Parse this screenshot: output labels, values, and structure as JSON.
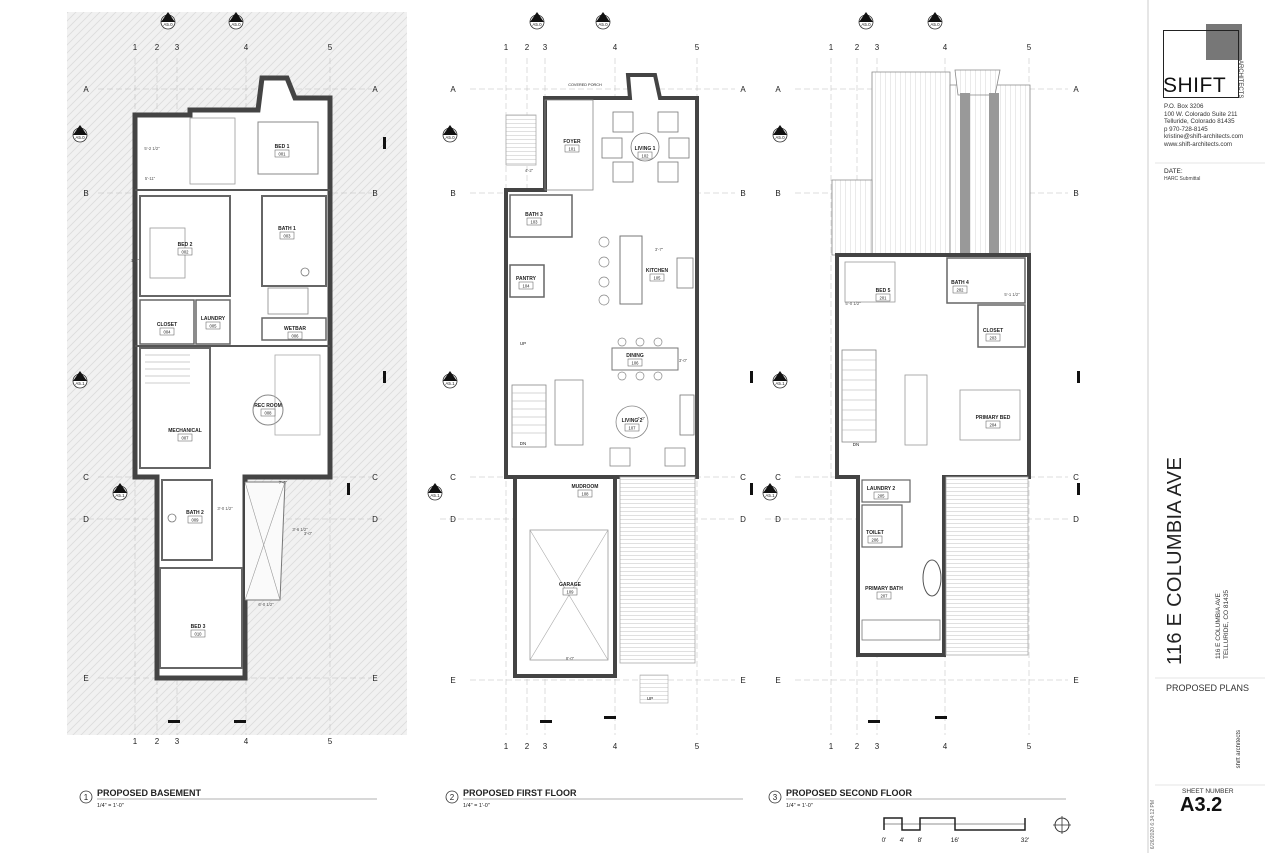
{
  "plans": [
    {
      "number": "1",
      "title": "PROPOSED BASEMENT",
      "scale": "1/4\" = 1'-0\"",
      "grid_cols": [
        "1",
        "2",
        "3",
        "4",
        "5"
      ],
      "grid_rows": [
        "A",
        "B",
        "C",
        "D",
        "E"
      ],
      "section_tags": [
        "A5.0",
        "A5.0",
        "A5.1",
        "A5.1"
      ],
      "rooms": [
        {
          "name": "BED 1",
          "num": "001"
        },
        {
          "name": "BED 2",
          "num": "002"
        },
        {
          "name": "BATH 1",
          "num": "003"
        },
        {
          "name": "CLOSET",
          "num": "004"
        },
        {
          "name": "LAUNDRY",
          "num": "005"
        },
        {
          "name": "WETBAR",
          "num": "006"
        },
        {
          "name": "MECHANICAL",
          "num": "007"
        },
        {
          "name": "REC ROOM",
          "num": "008"
        },
        {
          "name": "BATH 2",
          "num": "009"
        },
        {
          "name": "BED 3",
          "num": "010"
        }
      ],
      "dims": [
        "5'-2 1/2\"",
        "5'-11\"",
        "1'-2\"",
        "7'-6\"",
        "3'-0 1/2\"",
        "3'-6 1/2\"",
        "6'-0 1/2\"",
        "3'-0\""
      ]
    },
    {
      "number": "2",
      "title": "PROPOSED FIRST FLOOR",
      "scale": "1/4\" = 1'-0\"",
      "grid_cols": [
        "1",
        "2",
        "3",
        "4",
        "5"
      ],
      "grid_rows": [
        "A",
        "B",
        "C",
        "D",
        "E"
      ],
      "rooms": [
        {
          "name": "FOYER",
          "num": "101"
        },
        {
          "name": "LIVING 1",
          "num": "102"
        },
        {
          "name": "BATH 3",
          "num": "103"
        },
        {
          "name": "PANTRY",
          "num": "104"
        },
        {
          "name": "KITCHEN",
          "num": "105"
        },
        {
          "name": "DINING",
          "num": "106"
        },
        {
          "name": "LIVING 2",
          "num": "107"
        },
        {
          "name": "MUDROOM",
          "num": "108"
        },
        {
          "name": "GARAGE",
          "num": "109"
        }
      ],
      "porch": "COVERED PORCH",
      "dims": [
        "4'-2\"",
        "3'-7\"",
        "3'-0\"",
        "4'-0\"",
        "8'-0\""
      ],
      "stair_labels": [
        "UP",
        "DN",
        "UP"
      ]
    },
    {
      "number": "3",
      "title": "PROPOSED SECOND FLOOR",
      "scale": "1/4\" = 1'-0\"",
      "grid_cols": [
        "1",
        "2",
        "3",
        "4",
        "5"
      ],
      "grid_rows": [
        "A",
        "B",
        "C",
        "D",
        "E"
      ],
      "rooms": [
        {
          "name": "BED 5",
          "num": "201"
        },
        {
          "name": "BATH 4",
          "num": "202"
        },
        {
          "name": "CLOSET",
          "num": "203"
        },
        {
          "name": "PRIMARY BED",
          "num": "204"
        },
        {
          "name": "LAUNDRY 2",
          "num": "205"
        },
        {
          "name": "TOILET",
          "num": "206"
        },
        {
          "name": "PRIMARY BATH",
          "num": "207"
        }
      ],
      "dims": [
        "5'-0 1/2\"",
        "5'-1 1/2\""
      ],
      "stair_labels": [
        "DN"
      ]
    }
  ],
  "scale_bar": [
    "0'",
    "4'",
    "8'",
    "16'",
    "32'"
  ],
  "title_block": {
    "firm": "SHIFT",
    "firm_sub": "ARCHITECTS",
    "address_lines": [
      "P.O. Box 3206",
      "100 W. Colorado Suite 211",
      "Telluride, Colorado 81435",
      "p  970-728-8145",
      "kristine@shift-architects.com",
      "www.shift-architects.com"
    ],
    "date_label": "DATE:",
    "date_value": "HARC Submittal",
    "project_name": "116 E COLUMBIA AVE",
    "project_address_lines": [
      "116 E COLUMBIA AVE",
      "TELLURIDE, CO 81435"
    ],
    "sheet_title": "PROPOSED PLANS",
    "small_logo": "shift architects",
    "sheet_number_label": "SHEET NUMBER",
    "sheet_number": "A3.2",
    "stamp": "6/26/2020 6:34:12 PM"
  }
}
